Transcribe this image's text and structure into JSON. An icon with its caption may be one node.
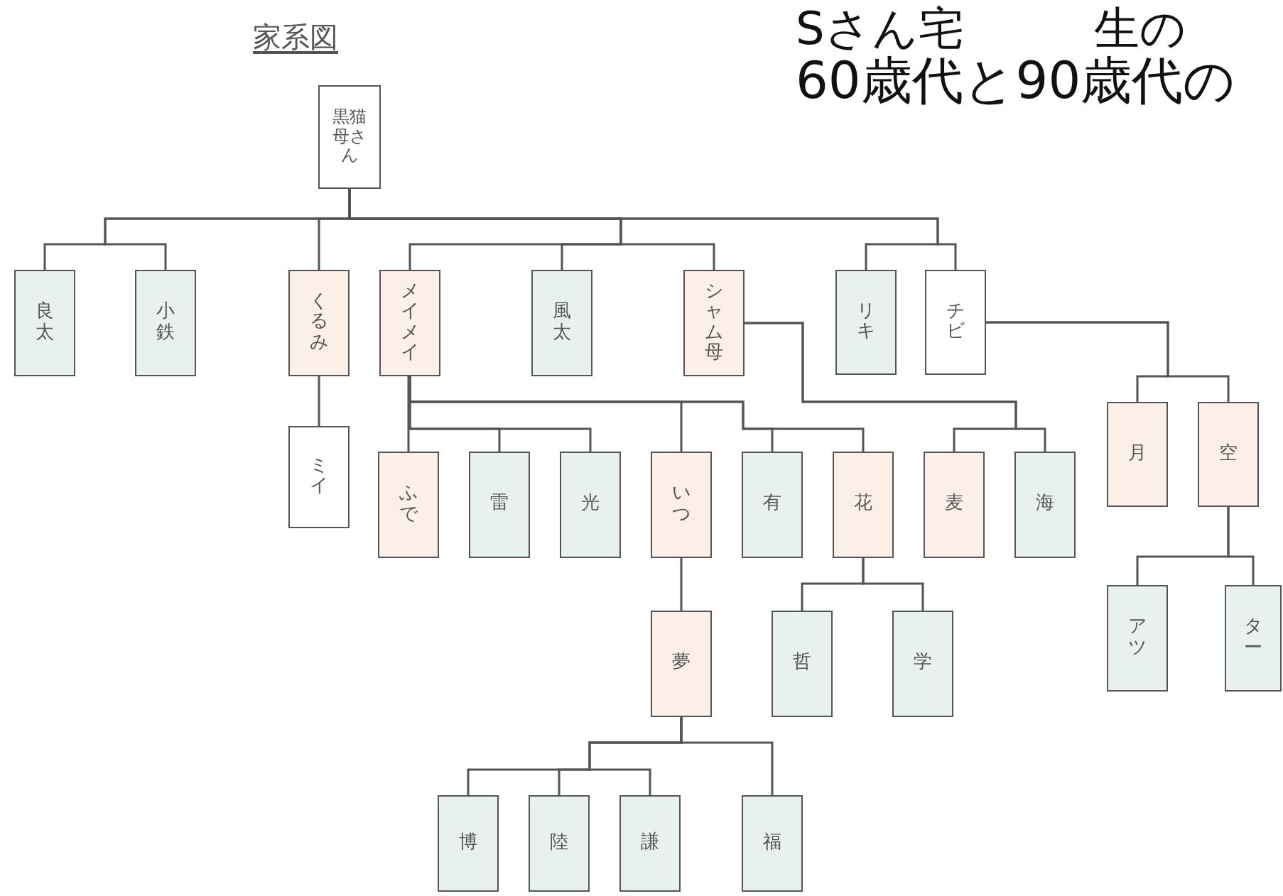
{
  "diagram": {
    "title": "家系図",
    "nodes": [
      {
        "text": [
          "黒猫母さん"
        ]
      },
      {
        "text": [
          "良太"
        ]
      },
      {
        "text": [
          "小鉄"
        ]
      },
      {
        "text": [
          "くるみ"
        ]
      },
      {
        "text": [
          "メイメイ"
        ]
      },
      {
        "text": [
          "風太"
        ]
      },
      {
        "text": [
          "シャム母"
        ]
      },
      {
        "text": [
          "リキ"
        ]
      },
      {
        "text": [
          "チビ"
        ]
      },
      {
        "text": [
          "ミイ"
        ]
      },
      {
        "text": [
          "ふで"
        ]
      },
      {
        "text": [
          "雷"
        ]
      },
      {
        "text": [
          "光"
        ]
      },
      {
        "text": [
          "いつ"
        ]
      },
      {
        "text": [
          "有"
        ]
      },
      {
        "text": [
          "花"
        ]
      },
      {
        "text": [
          "麦"
        ]
      },
      {
        "text": [
          "海"
        ]
      },
      {
        "text": [
          "月"
        ]
      },
      {
        "text": [
          "空"
        ]
      },
      {
        "text": [
          "夢"
        ]
      },
      {
        "text": [
          "哲"
        ]
      },
      {
        "text": [
          "学"
        ]
      },
      {
        "text": [
          "アツ"
        ]
      },
      {
        "text": [
          "ター"
        ]
      },
      {
        "text": [
          "博"
        ]
      },
      {
        "text": [
          "陸"
        ]
      },
      {
        "text": [
          "謙"
        ]
      },
      {
        "text": [
          "福"
        ]
      }
    ],
    "edges": [
      {
        "from": 0,
        "to": 1,
        "arrow": "none"
      },
      {
        "from": 0,
        "to": 2,
        "arrow": "none"
      },
      {
        "from": 0,
        "to": 3,
        "arrow": "none"
      },
      {
        "from": 0,
        "to": 4,
        "arrow": "none"
      },
      {
        "from": 0,
        "to": 5,
        "arrow": "none"
      },
      {
        "from": 0,
        "to": 6,
        "arrow": "none"
      },
      {
        "from": 0,
        "to": 7,
        "arrow": "none"
      },
      {
        "from": 0,
        "to": 8,
        "arrow": "none"
      },
      {
        "from": 3,
        "to": 9,
        "arrow": "none"
      },
      {
        "from": 4,
        "to": 10,
        "arrow": "none"
      },
      {
        "from": 4,
        "to": 11,
        "arrow": "none"
      },
      {
        "from": 4,
        "to": 12,
        "arrow": "none"
      },
      {
        "from": 4,
        "to": 13,
        "arrow": "none"
      },
      {
        "from": 4,
        "to": 14,
        "arrow": "none"
      },
      {
        "from": 4,
        "to": 15,
        "arrow": "none"
      },
      {
        "from": 6,
        "to": 16,
        "arrow": "none"
      },
      {
        "from": 6,
        "to": 17,
        "arrow": "none"
      },
      {
        "from": 8,
        "to": 18,
        "arrow": "none"
      },
      {
        "from": 8,
        "to": 19,
        "arrow": "none"
      },
      {
        "from": 13,
        "to": 20,
        "arrow": "none"
      },
      {
        "from": 15,
        "to": 21,
        "arrow": "none"
      },
      {
        "from": 15,
        "to": 22,
        "arrow": "none"
      },
      {
        "from": 19,
        "to": 23,
        "arrow": "none"
      },
      {
        "from": 19,
        "to": 24,
        "arrow": "none"
      },
      {
        "from": 20,
        "to": 25,
        "arrow": "none"
      },
      {
        "from": 20,
        "to": 26,
        "arrow": "none"
      },
      {
        "from": 20,
        "to": 27,
        "arrow": "none"
      },
      {
        "from": 20,
        "to": 28,
        "arrow": "none"
      }
    ],
    "labels": [
      "Sさん宅",
      "生の",
      "60歳代と90歳代の"
    ]
  }
}
